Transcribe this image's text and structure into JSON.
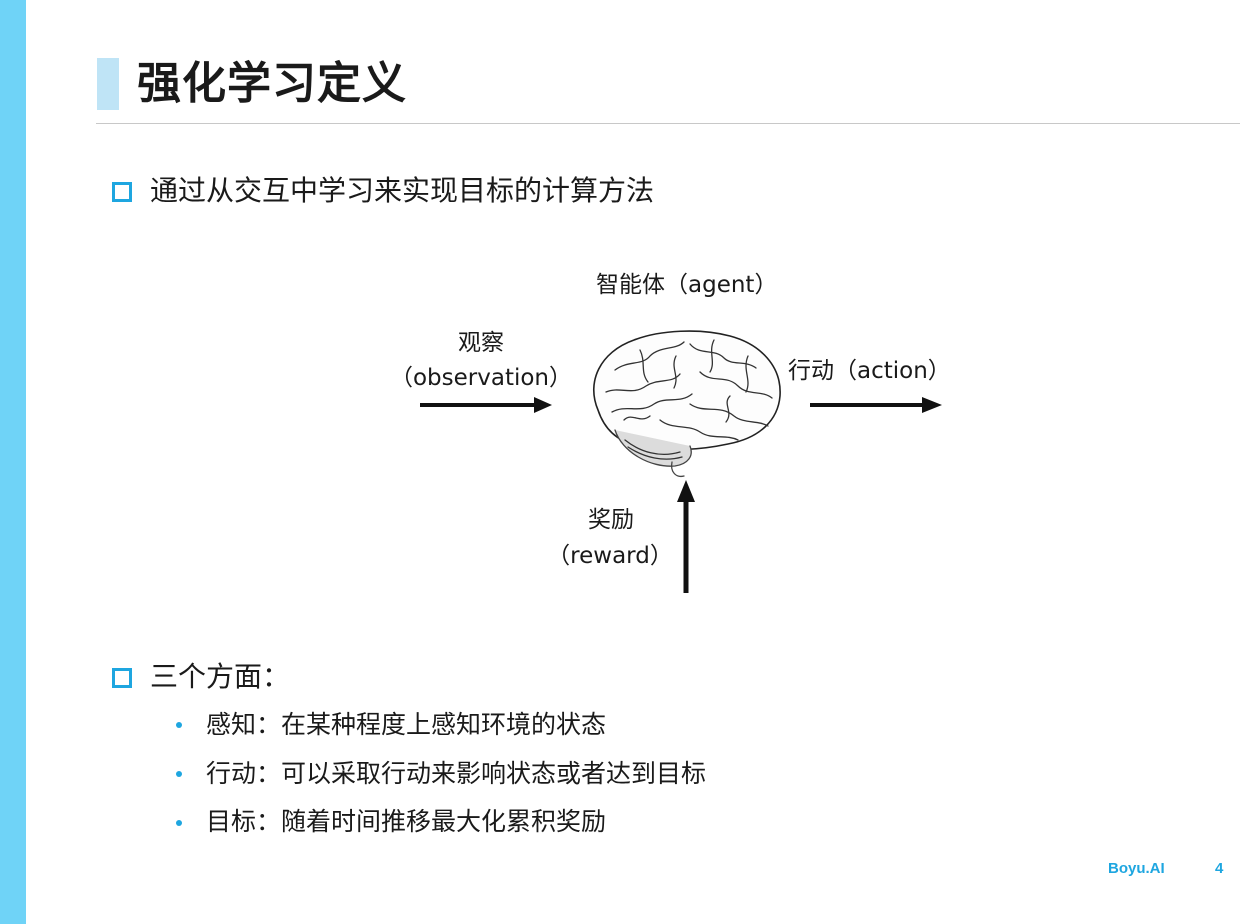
{
  "slide": {
    "title": "强化学习定义",
    "bullet1": "通过从交互中学习来实现目标的计算方法",
    "diagram": {
      "agent_label": "智能体（agent）",
      "observation_label_cn": "观察",
      "observation_label_en": "（observation）",
      "action_label": "行动（action）",
      "reward_label_cn": "奖励",
      "reward_label_en": "（reward）"
    },
    "bullet2": "三个方面：",
    "sub_items": [
      "感知：在某种程度上感知环境的状态",
      "行动：可以采取行动来影响状态或者达到目标",
      "目标：随着时间推移最大化累积奖励"
    ],
    "footer": {
      "brand": "Boyu.AI",
      "page_number": "4"
    }
  },
  "colors": {
    "accent": "#1ea6e0",
    "left_bar": "#6fd3f7",
    "title_accent": "#bfe4f6"
  },
  "icons": [
    "brain-icon",
    "arrow-right-icon",
    "arrow-up-icon",
    "square-bullet-icon",
    "dot-bullet-icon"
  ]
}
